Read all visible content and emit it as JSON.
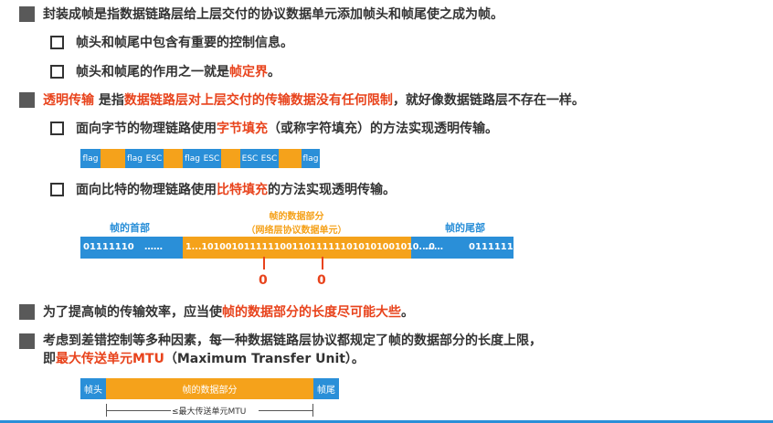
{
  "bullets": {
    "b1": "封装成帧是指数据链路层给上层交付的协议数据单元添加帧头和帧尾使之成为帧。",
    "b1_sub1": "帧头和帧尾中包含有重要的控制信息。",
    "b1_sub2_pre": "帧头和帧尾的作用之一就是",
    "b1_sub2_red": "帧定界",
    "b1_sub2_post": "。",
    "b2_red1": "透明传输",
    "b2_mid1": " 是指",
    "b2_red2": "数据链路层对上层交付的传输数据没有任何限制",
    "b2_post": "，就好像数据链路层不存在一样。",
    "b2_sub1_pre": "面向字节的物理链路使用",
    "b2_sub1_red": "字节填充",
    "b2_sub1_post": "（或称字符填充）的方法实现透明传输。",
    "b2_sub2_pre": "面向比特的物理链路使用",
    "b2_sub2_red": "比特填充",
    "b2_sub2_post": "的方法实现透明传输。",
    "b3_pre": "为了提高帧的传输效率，应当使",
    "b3_red": "帧的数据部分的长度尽可能大些",
    "b3_post": "。",
    "b4_line1": "考虑到差错控制等多种因素，每一种数据链路层协议都规定了帧的数据部分的长度上限，",
    "b4_line2_pre": "即",
    "b4_line2_red": "最大传送单元MTU",
    "b4_line2_post": "（Maximum Transfer Unit）。"
  },
  "byte_stuffing": {
    "flag": "flag",
    "esc": "ESC"
  },
  "bit_stuffing": {
    "header_label": "帧的首部",
    "data_label1": "帧的数据部分",
    "data_label2": "（网络层协议数据单元）",
    "trailer_label": "帧的尾部",
    "flag_bits": "01111110",
    "dots": "……",
    "data_bits": "1...101001011111100110111111010101001010...0",
    "zero": "0"
  },
  "mtu": {
    "head": "帧头",
    "data": "帧的数据部分",
    "tail": "帧尾",
    "label": "≤最大传送单元MTU"
  },
  "colors": {
    "blue": "#2a8fd8",
    "orange": "#f5a21b",
    "red": "#e8431c"
  }
}
